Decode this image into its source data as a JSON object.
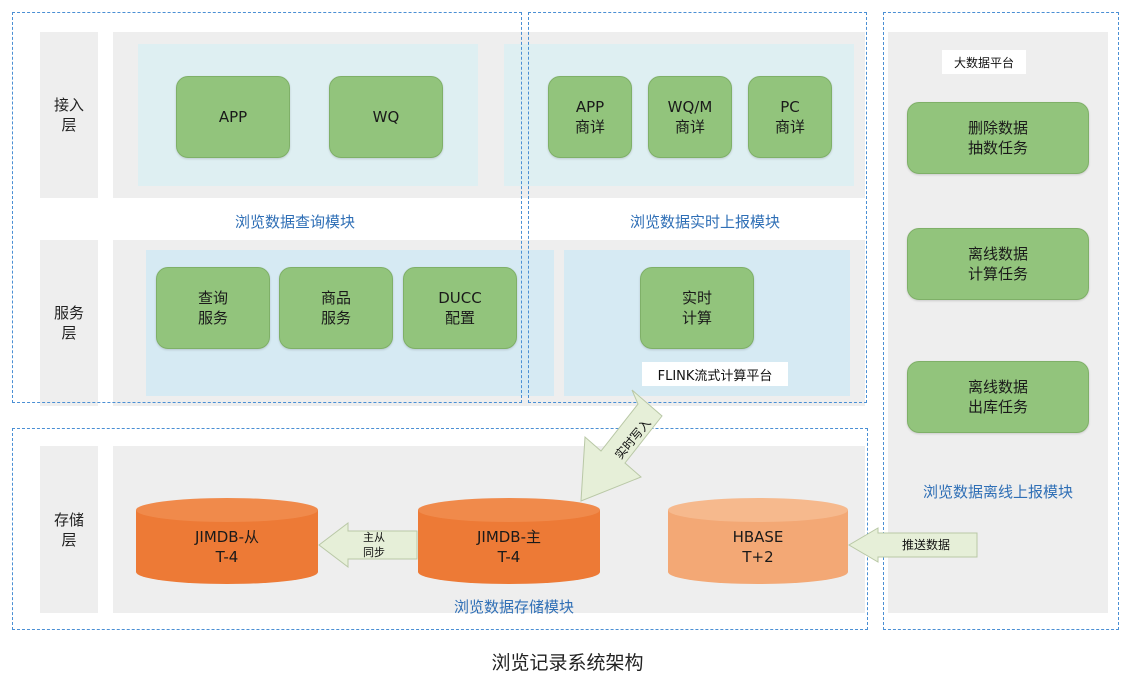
{
  "layers": {
    "access": "接入\n层",
    "service": "服务\n层",
    "storage": "存储\n层"
  },
  "query_module": {
    "caption": "浏览数据查询模块",
    "app": "APP",
    "wq": "WQ"
  },
  "realtime_module": {
    "caption": "浏览数据实时上报模块",
    "app_detail": "APP\n商详",
    "wqm_detail": "WQ/M\n商详",
    "pc_detail": "PC\n商详"
  },
  "services": {
    "query": "查询\n服务",
    "goods": "商品\n服务",
    "ducc": "DUCC\n配置",
    "realtime_calc": "实时\n计算",
    "flink_platform": "FLINK流式计算平台"
  },
  "storage_module": {
    "caption": "浏览数据存储模块",
    "jimdb_slave": "JIMDB-从\nT-4",
    "jimdb_master": "JIMDB-主\nT-4",
    "hbase": "HBASE\nT+2",
    "master_slave_sync": "主从\n同步",
    "realtime_write": "实时写入",
    "push_data": "推送数据"
  },
  "offline_module": {
    "platform_label": "大数据平台",
    "delete_task": "删除数据\n抽数任务",
    "offline_calc_task": "离线数据\n计算任务",
    "offline_export_task": "离线数据\n出库任务",
    "caption": "浏览数据离线上报模块"
  },
  "diagram_title": "浏览记录系统架构",
  "colors": {
    "green_box": "#92c47c",
    "orange_dark": "#ed7a36",
    "orange_light": "#f3a875",
    "dash_blue": "#4a8fd4",
    "caption_blue": "#2f6fb6"
  }
}
